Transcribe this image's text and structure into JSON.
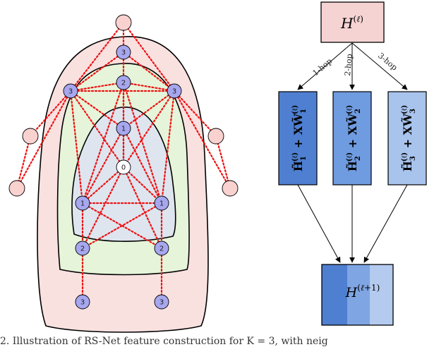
{
  "graph": {
    "node_labels": {
      "root": "0",
      "hop1": "1",
      "hop2": "2",
      "hop3": "3"
    },
    "colors": {
      "outer_region": "#f9e1e0",
      "middle_region": "#e6f4d9",
      "inner_region": "#dee5ef",
      "hop_node": "#a7a7ef",
      "root_node": "#ffffff",
      "leaf_node": "#f9d2d0",
      "edge": "#ee1111"
    }
  },
  "pipeline": {
    "input_label": "H(ℓ)",
    "hop_labels": [
      "1-hop",
      "2-hop",
      "3-hop"
    ],
    "branches": [
      {
        "index": "1",
        "color": "#4f7fd0"
      },
      {
        "index": "2",
        "color": "#6f9be0"
      },
      {
        "index": "3",
        "color": "#a8c3ec"
      }
    ],
    "output_label": "H(ℓ+1)",
    "colors": {
      "input_box": "#f6d3d3",
      "output_segments": [
        "#4f7fd0",
        "#7fa5e3",
        "#b4cbef"
      ]
    }
  },
  "caption": "2.  Illustration of RS-Net feature construction for K = 3, with neig"
}
